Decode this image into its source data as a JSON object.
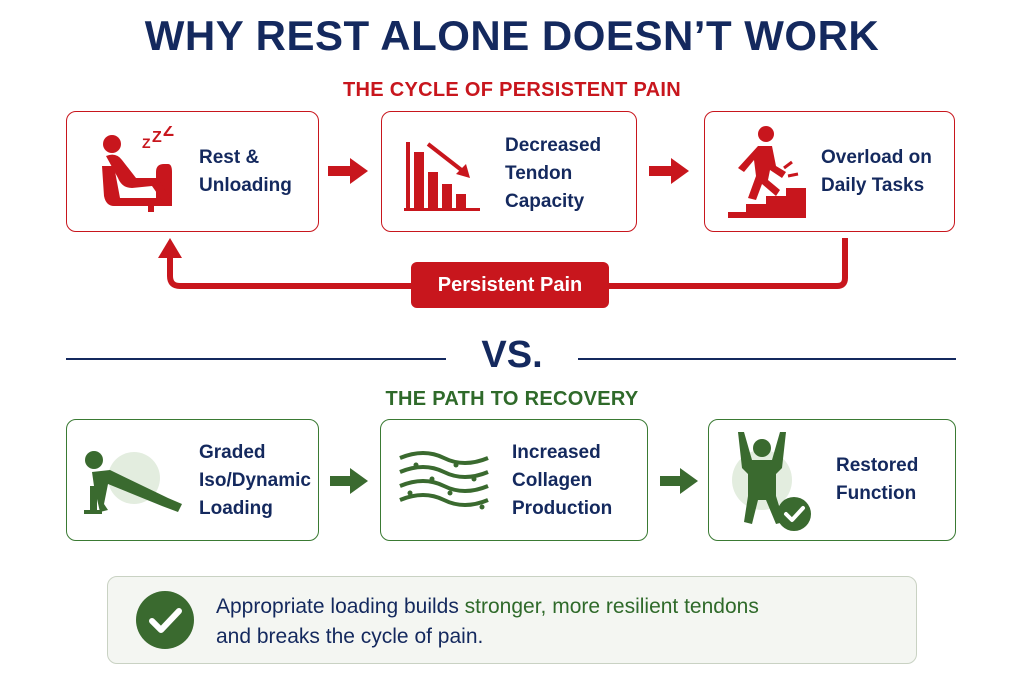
{
  "title": "WHY REST ALONE DOESN’T WORK",
  "cycle": {
    "heading": "THE CYCLE OF PERSISTENT PAIN",
    "steps": [
      {
        "label": "Rest &\nUnloading",
        "icon": "resting-person-icon"
      },
      {
        "label": "Decreased\nTendon\nCapacity",
        "icon": "declining-bar-chart-icon"
      },
      {
        "label": "Overload on\nDaily Tasks",
        "icon": "person-climbing-stairs-icon"
      }
    ],
    "loop_label": "Persistent Pain",
    "color": "#c8161d"
  },
  "versus": "VS.",
  "recovery": {
    "heading": "THE PATH TO RECOVERY",
    "steps": [
      {
        "label": "Graded\nIso/Dynamic\nLoading",
        "icon": "person-plank-exercise-icon"
      },
      {
        "label": "Increased\nCollagen\nProduction",
        "icon": "collagen-fibers-icon"
      },
      {
        "label": "Restored\nFunction",
        "icon": "person-celebrating-with-check-icon"
      }
    ],
    "color": "#3a7a33"
  },
  "summary": {
    "text_before": "Appropriate loading builds ",
    "highlight": "stronger, more resilient tendons",
    "text_after": "and breaks the cycle of pain.",
    "icon": "check-circle-icon"
  },
  "colors": {
    "navy": "#14295e",
    "red": "#c8161d",
    "green": "#3a7a33"
  }
}
